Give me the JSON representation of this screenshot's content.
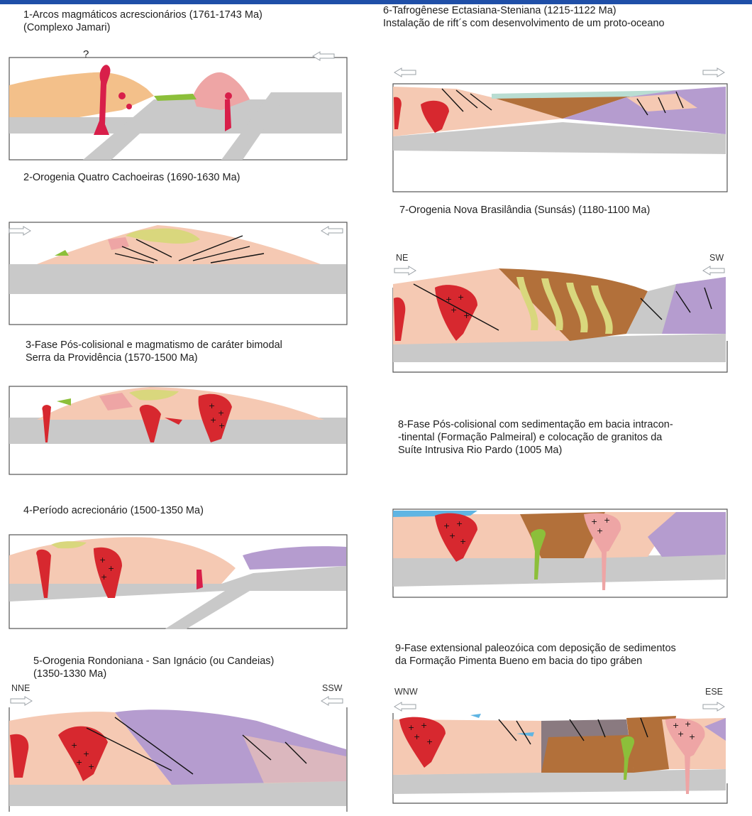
{
  "colors": {
    "crust": "#f5c9b3",
    "arc": "#f3c08a",
    "pink_granite": "#eea5a5",
    "red_granite": "#d7282f",
    "magenta": "#d81f4a",
    "mantle": "#c9c9c9",
    "green": "#8cbf3a",
    "purple": "#b59ccf",
    "brown": "#b2703a",
    "olive": "#d9d77d",
    "sea": "#b9ddd2",
    "blue": "#5fb5e3",
    "frame": "#555555"
  },
  "captions": {
    "c1": [
      "1-Arcos magmáticos acrescionários (1761-1743 Ma)",
      "(Complexo Jamari)"
    ],
    "c2": [
      "2-Orogenia Quatro Cachoeiras (1690-1630 Ma)"
    ],
    "c3": [
      "3-Fase Pós-colisional e magmatismo de caráter bimodal",
      " Serra da Providência (1570-1500 Ma)"
    ],
    "c4": [
      "4-Período acrecionário (1500-1350 Ma)"
    ],
    "c5": [
      "5-Orogenia Rondoniana - San Ignácio (ou Candeias)",
      " (1350-1330 Ma)"
    ],
    "c6": [
      "6-Tafrogênese Ectasiana-Steniana (1215-1122 Ma)",
      "Instalação de rift´s com desenvolvimento de um proto-oceano"
    ],
    "c7": [
      "7-Orogenia Nova Brasilândia (Sunsás) (1180-1100 Ma)"
    ],
    "c8": [
      "8-Fase Pós-colisional com sedimentação em bacia intracon-",
      "-tinental (Formação Palmeiral) e colocação de granitos da",
      "Suíte Intrusiva Rio Pardo (1005 Ma)"
    ],
    "c9": [
      "9-Fase extensional paleozóica com deposição de sedimentos",
      "da Formação Pimenta Bueno em bacia do tipo gráben"
    ]
  },
  "labels": {
    "question": "?",
    "ne": "NE",
    "sw": "SW",
    "nne": "NNE",
    "ssw": "SSW",
    "wnw": "WNW",
    "ese": "ESE"
  },
  "icons": [
    "arrow-left-icon",
    "arrow-right-icon"
  ]
}
